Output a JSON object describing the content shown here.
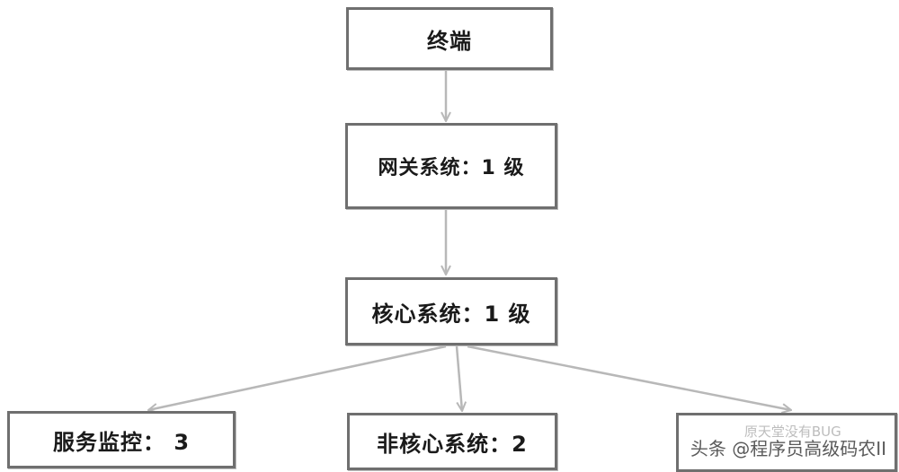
{
  "nodes": {
    "terminal": "终端",
    "gateway": "网关系统：1 级",
    "core": "核心系统：1 级",
    "monitor": "服务监控： 3",
    "noncore": "非核心系统：2"
  },
  "watermark": {
    "line1": "原天堂没有BUG",
    "line2": "头条 @程序员高级码农II"
  },
  "colors": {
    "edge": "#b8b8b8",
    "border": "#6f6f6f"
  }
}
